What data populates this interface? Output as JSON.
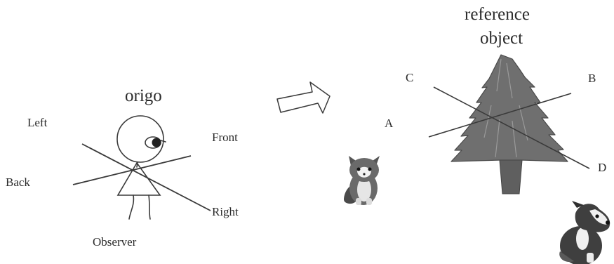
{
  "left_panel": {
    "title": "origo",
    "labels": {
      "left": "Left",
      "front": "Front",
      "back": "Back",
      "right": "Right"
    },
    "caption": "Observer"
  },
  "right_panel": {
    "title_line1": "reference",
    "title_line2": "object",
    "labels": {
      "a": "A",
      "b": "B",
      "c": "C",
      "d": "D"
    }
  },
  "icons": [
    "stick-figure-observer",
    "arrow-right",
    "pine-tree",
    "cat",
    "dog"
  ],
  "colors": {
    "line": "#3a3a3a",
    "tree_fill": "#6f6f6f",
    "tree_dark": "#4a4a4a",
    "background": "#ffffff"
  }
}
